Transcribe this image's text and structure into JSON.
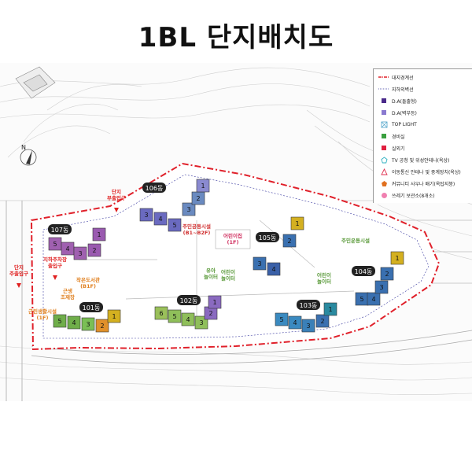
{
  "title": "1BL 단지배치도",
  "legend": [
    {
      "label": "대지경계선",
      "symbol": "dash-dot-line",
      "color": "#e0202a"
    },
    {
      "label": "지하외벽선",
      "symbol": "dotted-line",
      "color": "#3a3aa0"
    },
    {
      "label": "D.A(돌출형)",
      "symbol": "square",
      "color": "#4a2a8a"
    },
    {
      "label": "D.A(벽부등)",
      "symbol": "square",
      "color": "#8a7ad0"
    },
    {
      "label": "TOP LIGHT",
      "symbol": "skylight",
      "color": "#4aa0c8"
    },
    {
      "label": "경비실",
      "symbol": "square",
      "color": "#3aa040"
    },
    {
      "label": "실외기",
      "symbol": "square",
      "color": "#e02040"
    },
    {
      "label": "TV 공청 및 위성안테나(옥상)",
      "symbol": "pentagon-outline",
      "color": "#30b0c0"
    },
    {
      "label": "이동통신 안테나 및 중계장치(옥상)",
      "symbol": "triangle-outline",
      "color": "#e03050"
    },
    {
      "label": "커뮤니티 사우나 배기(옥탑지붕)",
      "symbol": "pentagon-filled",
      "color": "#e07020"
    },
    {
      "label": "쓰레기 보관소(8개소)",
      "symbol": "circle",
      "color": "#f080b0"
    }
  ],
  "buildings": [
    {
      "label": "101동",
      "cores": [
        "5",
        "4",
        "3",
        "2",
        "1"
      ],
      "color": "#6fae4a"
    },
    {
      "label": "102동",
      "cores": [
        "6",
        "5",
        "4",
        "3",
        "2",
        "1"
      ],
      "color": "#8fbf5a"
    },
    {
      "label": "103동",
      "cores": [
        "5",
        "4",
        "3",
        "2",
        "1"
      ],
      "color": "#3a8ac0"
    },
    {
      "label": "104동",
      "cores": [
        "5",
        "4",
        "3",
        "2",
        "1"
      ],
      "color": "#3a70b0"
    },
    {
      "label": "105동",
      "cores": [
        "4",
        "3",
        "2",
        "1"
      ],
      "color": "#3a60a8"
    },
    {
      "label": "106동",
      "cores": [
        "3",
        "4",
        "5",
        "3",
        "2",
        "1"
      ],
      "color": "#6a6ac0"
    },
    {
      "label": "107동",
      "cores": [
        "5",
        "4",
        "3",
        "2",
        "1"
      ],
      "color": "#9a5ab0"
    }
  ],
  "facilities": [
    {
      "label": "주민공동시설 (B1~B2F)",
      "color": "#d03030"
    },
    {
      "label": "유아 놀이터",
      "color": "#5a9a3a"
    },
    {
      "label": "어린이집 (1F)",
      "color": "#d03060"
    },
    {
      "label": "어린이 놀이터",
      "color": "#5a9a3a"
    },
    {
      "label": "주민운동시설",
      "color": "#5a9a3a"
    },
    {
      "label": "어린이 놀이터",
      "color": "#5a9a3a"
    },
    {
      "label": "작은도서관 (B1F)",
      "color": "#e08020"
    },
    {
      "label": "근생 조재장",
      "color": "#e08020"
    },
    {
      "label": "근린생활시설 (1F)",
      "color": "#e08020"
    }
  ],
  "entrances": [
    {
      "label": "단지 부출입구",
      "color": "#e02020"
    },
    {
      "label": "지하주차장 출입구",
      "color": "#e02020"
    },
    {
      "label": "단지 주출입구",
      "color": "#e02020"
    }
  ],
  "compass_label": "N"
}
